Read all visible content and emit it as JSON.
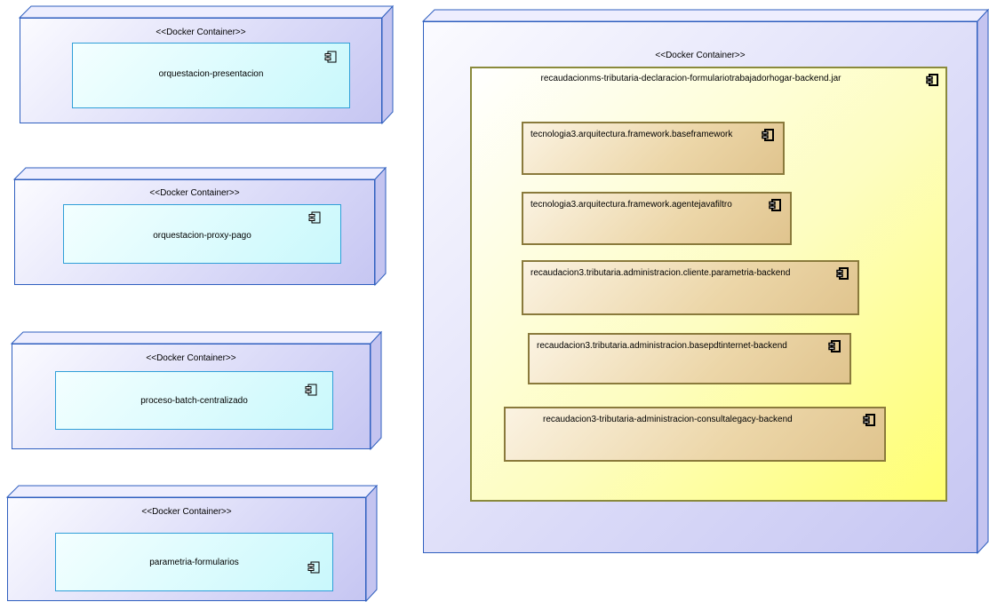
{
  "colors": {
    "node_border": "#2f5fbf",
    "node_fill": "#dadaf8",
    "component_border": "#2f9fd8",
    "component_fill": "#c9f8fc",
    "jar_border": "#8a8a3c",
    "jar_fill": "#ffff70",
    "library_fill": "#e0c48e"
  },
  "icon": "uml-component-icon",
  "containers": [
    {
      "stereotype": "<<Docker Container>>",
      "component": "orquestacion-presentacion"
    },
    {
      "stereotype": "<<Docker Container>>",
      "component": "orquestacion-proxy-pago"
    },
    {
      "stereotype": "<<Docker Container>>",
      "component": "proceso-batch-centralizado"
    },
    {
      "stereotype": "<<Docker Container>>",
      "component": "parametria-formularios"
    }
  ],
  "main_container": {
    "stereotype": "<<Docker Container>>",
    "artifact": "recaudacionms-tributaria-declaracion-formulariotrabajadorhogar-backend.jar",
    "libraries": [
      "tecnologia3.arquitectura.framework.baseframework",
      "tecnologia3.arquitectura.framework.agentejavafiltro",
      "recaudacion3.tributaria.administracion.cliente.parametria-backend",
      "recaudacion3.tributaria.administracion.basepdtinternet-backend",
      "recaudacion3-tributaria-administracion-consultalegacy-backend"
    ]
  }
}
